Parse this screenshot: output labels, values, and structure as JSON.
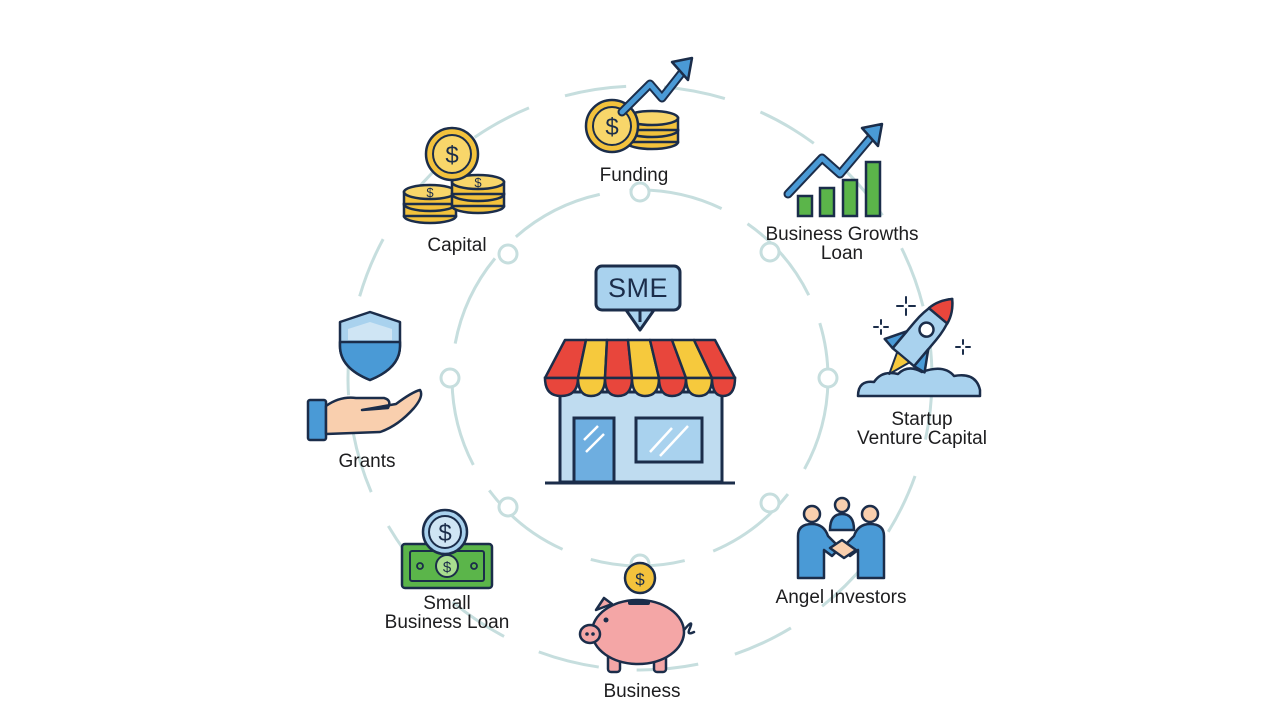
{
  "center": {
    "label": "SME"
  },
  "nodes": [
    {
      "id": "funding",
      "lines": [
        "Funding"
      ]
    },
    {
      "id": "business-growth-loan",
      "lines": [
        "Business Growths",
        "Loan"
      ]
    },
    {
      "id": "startup-venture-capital",
      "lines": [
        "Startup",
        "Venture Capital"
      ]
    },
    {
      "id": "angel-investors",
      "lines": [
        "Angel Investors"
      ]
    },
    {
      "id": "business-savings",
      "lines": [
        "Business"
      ]
    },
    {
      "id": "small-business-loan",
      "lines": [
        "Small",
        "Business Loan"
      ]
    },
    {
      "id": "grants",
      "lines": [
        "Grants"
      ]
    },
    {
      "id": "capital",
      "lines": [
        "Capital"
      ]
    }
  ],
  "icons": {
    "funding": "coins-growth-arrow-icon",
    "business-growth-loan": "bar-chart-arrow-icon",
    "startup-venture-capital": "rocket-icon",
    "angel-investors": "handshake-people-icon",
    "business-savings": "piggy-bank-icon",
    "small-business-loan": "banknote-coin-icon",
    "grants": "shield-hand-icon",
    "capital": "coin-stack-icon",
    "center": "storefront-icon"
  },
  "colors": {
    "ring": "#c6dede",
    "outline": "#1b2d4a",
    "gold": "#f3c23c",
    "green": "#5bb54a",
    "blue": "#4a9ad6",
    "light_blue": "#a9d2ee",
    "red": "#e8463c",
    "yellow": "#f6c93d",
    "pink": "#f4a6a6",
    "skin": "#f9cfae"
  }
}
